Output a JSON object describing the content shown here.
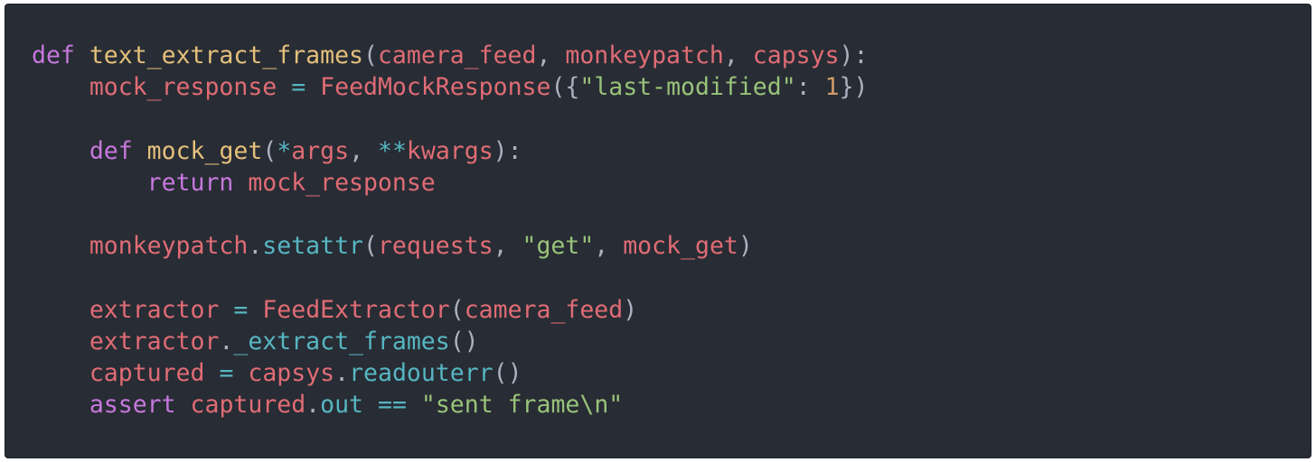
{
  "editor": {
    "theme": {
      "background": "#282c34",
      "default": "#abb2bf",
      "keyword": "#c678dd",
      "function": "#e5c07b",
      "variable": "#e06c75",
      "string": "#98c379",
      "number": "#d19a66",
      "builtin": "#56b6c2"
    },
    "lines": [
      [
        {
          "t": "def",
          "c": "keyword"
        },
        {
          "t": " ",
          "c": "default"
        },
        {
          "t": "text_extract_frames",
          "c": "function"
        },
        {
          "t": "(",
          "c": "default"
        },
        {
          "t": "camera_feed",
          "c": "variable"
        },
        {
          "t": ", ",
          "c": "default"
        },
        {
          "t": "monkeypatch",
          "c": "variable"
        },
        {
          "t": ", ",
          "c": "default"
        },
        {
          "t": "capsys",
          "c": "variable"
        },
        {
          "t": "):",
          "c": "default"
        }
      ],
      [
        {
          "t": "    ",
          "c": "default"
        },
        {
          "t": "mock_response",
          "c": "variable"
        },
        {
          "t": " ",
          "c": "default"
        },
        {
          "t": "=",
          "c": "builtin"
        },
        {
          "t": " ",
          "c": "default"
        },
        {
          "t": "FeedMockResponse",
          "c": "variable"
        },
        {
          "t": "({",
          "c": "default"
        },
        {
          "t": "\"last-modified\"",
          "c": "string"
        },
        {
          "t": ": ",
          "c": "default"
        },
        {
          "t": "1",
          "c": "number"
        },
        {
          "t": "})",
          "c": "default"
        }
      ],
      [],
      [
        {
          "t": "    ",
          "c": "default"
        },
        {
          "t": "def",
          "c": "keyword"
        },
        {
          "t": " ",
          "c": "default"
        },
        {
          "t": "mock_get",
          "c": "function"
        },
        {
          "t": "(",
          "c": "default"
        },
        {
          "t": "*",
          "c": "builtin"
        },
        {
          "t": "args",
          "c": "variable"
        },
        {
          "t": ", ",
          "c": "default"
        },
        {
          "t": "**",
          "c": "builtin"
        },
        {
          "t": "kwargs",
          "c": "variable"
        },
        {
          "t": "):",
          "c": "default"
        }
      ],
      [
        {
          "t": "        ",
          "c": "default"
        },
        {
          "t": "return",
          "c": "keyword"
        },
        {
          "t": " ",
          "c": "default"
        },
        {
          "t": "mock_response",
          "c": "variable"
        }
      ],
      [],
      [
        {
          "t": "    ",
          "c": "default"
        },
        {
          "t": "monkeypatch",
          "c": "variable"
        },
        {
          "t": ".",
          "c": "default"
        },
        {
          "t": "setattr",
          "c": "builtin"
        },
        {
          "t": "(",
          "c": "default"
        },
        {
          "t": "requests",
          "c": "variable"
        },
        {
          "t": ", ",
          "c": "default"
        },
        {
          "t": "\"get\"",
          "c": "string"
        },
        {
          "t": ", ",
          "c": "default"
        },
        {
          "t": "mock_get",
          "c": "variable"
        },
        {
          "t": ")",
          "c": "default"
        }
      ],
      [],
      [
        {
          "t": "    ",
          "c": "default"
        },
        {
          "t": "extractor",
          "c": "variable"
        },
        {
          "t": " ",
          "c": "default"
        },
        {
          "t": "=",
          "c": "builtin"
        },
        {
          "t": " ",
          "c": "default"
        },
        {
          "t": "FeedExtractor",
          "c": "variable"
        },
        {
          "t": "(",
          "c": "default"
        },
        {
          "t": "camera_feed",
          "c": "variable"
        },
        {
          "t": ")",
          "c": "default"
        }
      ],
      [
        {
          "t": "    ",
          "c": "default"
        },
        {
          "t": "extractor",
          "c": "variable"
        },
        {
          "t": ".",
          "c": "default"
        },
        {
          "t": "_extract_frames",
          "c": "builtin"
        },
        {
          "t": "()",
          "c": "default"
        }
      ],
      [
        {
          "t": "    ",
          "c": "default"
        },
        {
          "t": "captured",
          "c": "variable"
        },
        {
          "t": " ",
          "c": "default"
        },
        {
          "t": "=",
          "c": "builtin"
        },
        {
          "t": " ",
          "c": "default"
        },
        {
          "t": "capsys",
          "c": "variable"
        },
        {
          "t": ".",
          "c": "default"
        },
        {
          "t": "readouterr",
          "c": "builtin"
        },
        {
          "t": "()",
          "c": "default"
        }
      ],
      [
        {
          "t": "    ",
          "c": "default"
        },
        {
          "t": "assert",
          "c": "keyword"
        },
        {
          "t": " ",
          "c": "default"
        },
        {
          "t": "captured",
          "c": "variable"
        },
        {
          "t": ".",
          "c": "default"
        },
        {
          "t": "out",
          "c": "builtin"
        },
        {
          "t": " ",
          "c": "default"
        },
        {
          "t": "==",
          "c": "builtin"
        },
        {
          "t": " ",
          "c": "default"
        },
        {
          "t": "\"sent frame\\n\"",
          "c": "string"
        }
      ]
    ]
  }
}
